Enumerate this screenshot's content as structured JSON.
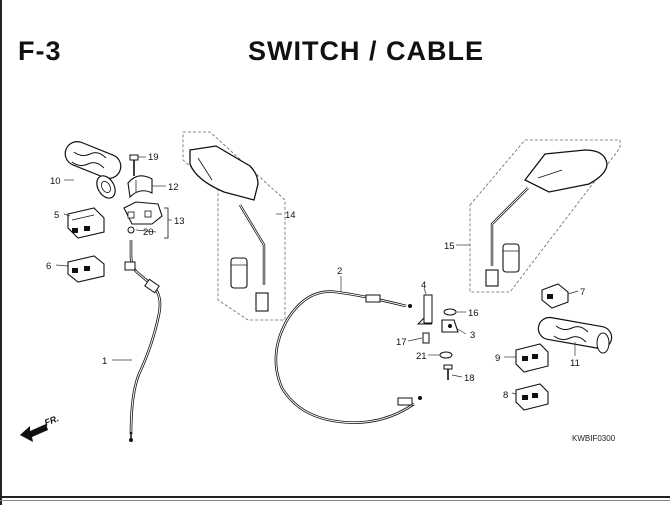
{
  "header": {
    "section_code": "F-3",
    "title": "SWITCH / CABLE"
  },
  "direction_marker": "FR.",
  "drawing_code": "KWBIF0300",
  "parts": {
    "p1": "1",
    "p2": "2",
    "p3": "3",
    "p4": "4",
    "p5": "5",
    "p6": "6",
    "p7": "7",
    "p8": "8",
    "p9": "9",
    "p10": "10",
    "p11": "11",
    "p12": "12",
    "p13": "13",
    "p14": "14",
    "p15": "15",
    "p16": "16",
    "p17": "17",
    "p18": "18",
    "p19": "19",
    "p20": "20",
    "p21": "21"
  }
}
